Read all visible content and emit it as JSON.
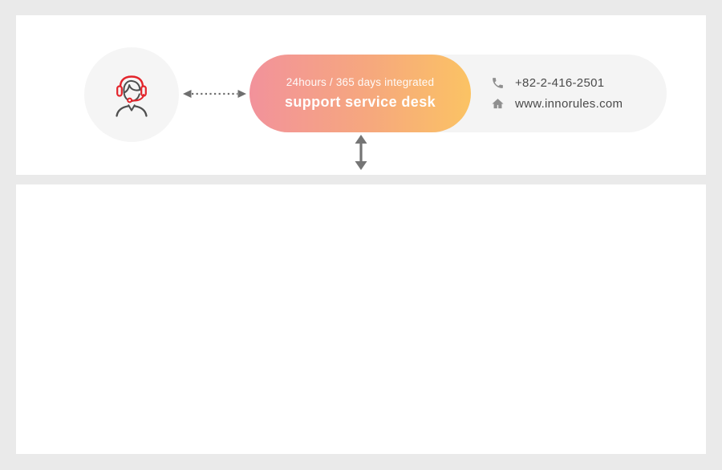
{
  "banner": {
    "tagline": "24hours / 365 days integrated",
    "title": "support service desk",
    "contact": {
      "phone": "+82-2-416-2501",
      "website": "www.innorules.com"
    }
  },
  "icons": {
    "agent": "support-agent-headset",
    "phone": "phone-handset",
    "home": "house",
    "horizontal_arrow": "dotted-double-headed-horizontal-arrow",
    "vertical_arrow": "solid-double-headed-vertical-arrow"
  },
  "colors": {
    "page_background": "#eaeaea",
    "panel_background": "#ffffff",
    "avatar_circle_background": "#f5f5f5",
    "contact_pill_background": "#f4f4f4",
    "gradient_start": "#f2929b",
    "gradient_end": "#fbc364",
    "headset_red": "#e3242b",
    "figure_gray": "#4f4f4f",
    "arrow_gray": "#6f6f6f",
    "icon_gray": "#8f8f8f",
    "contact_text": "#4a4a4a",
    "pill_text": "#ffffff"
  }
}
